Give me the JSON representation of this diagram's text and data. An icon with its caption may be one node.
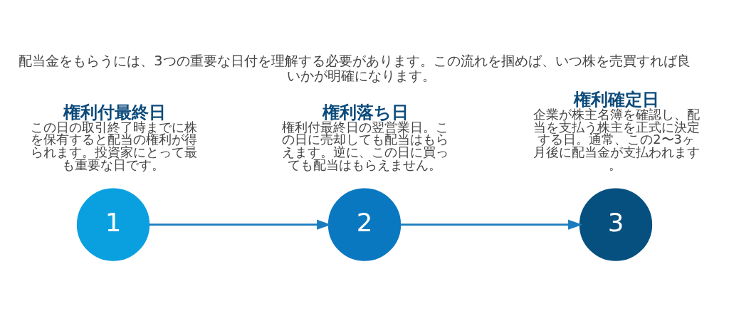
{
  "diagram": {
    "title": "配当金をもらうには、3つの重要な日付を理解する必要があります。この流れを掴めば、いつ株を売買すれば良いかが明確になります。",
    "nodes": [
      {
        "text": [
          "1"
        ],
        "beside": [
          "権利付最終日",
          "この日の取引終了時までに株を保有すると配当の権利が得られます。投資家にとって最も重要な日です。"
        ]
      },
      {
        "text": [
          "2"
        ],
        "beside": [
          "権利落ち日",
          "権利付最終日の翌営業日。この日に売却しても配当はもらえます。逆に、この日に買っても配当はもらえません。"
        ]
      },
      {
        "text": [
          "3"
        ],
        "beside": [
          "権利確定日",
          "企業が株主名簿を確認し、配当を支払う株主を正式に決定する日。通常、この2〜3ヶ月後に配当金が支払われます。"
        ]
      }
    ],
    "edges": [
      {
        "from": 0,
        "to": 1,
        "arrow": "to"
      },
      {
        "from": 1,
        "to": 2,
        "arrow": "to"
      }
    ]
  }
}
